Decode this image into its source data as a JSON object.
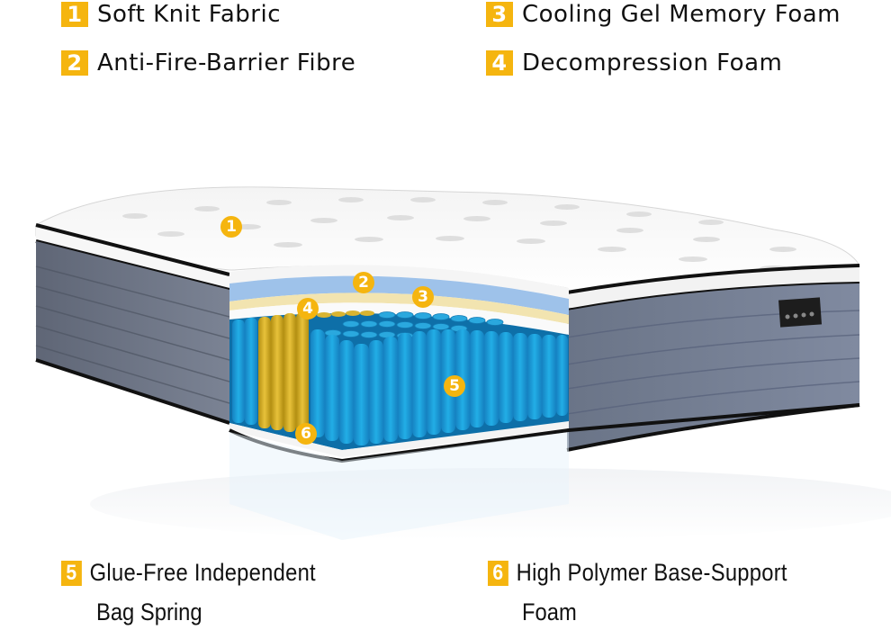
{
  "legend": {
    "items": [
      {
        "number": "1",
        "label": "Soft Knit Fabric"
      },
      {
        "number": "2",
        "label": "Anti-Fire-Barrier Fibre"
      },
      {
        "number": "3",
        "label": "Cooling Gel Memory Foam"
      },
      {
        "number": "4",
        "label": "Decompression Foam"
      },
      {
        "number": "5",
        "label": "Glue-Free Independent",
        "label_line2": "Bag Spring"
      },
      {
        "number": "6",
        "label": "High Polymer Base-Support",
        "label_line2": "Foam"
      }
    ]
  },
  "image": {
    "subject": "mattress-cutaway",
    "markers": [
      "1",
      "2",
      "3",
      "4",
      "5",
      "6"
    ]
  },
  "colors": {
    "badge": "#f5b50f",
    "spring_blue": "#1aa0d8",
    "spring_yellow": "#e0b92a",
    "side_fabric": "#6f7a8c",
    "gel_layer": "#9ec2ea",
    "foam_layer": "#f2e4b0"
  }
}
